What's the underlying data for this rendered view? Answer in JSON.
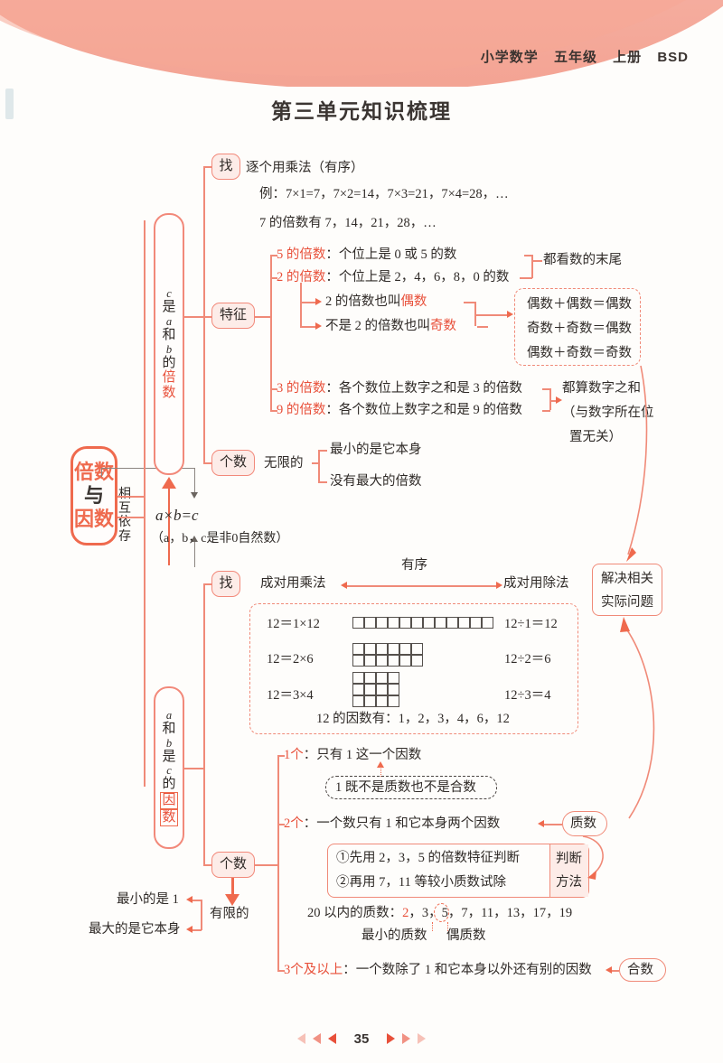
{
  "header": {
    "subject": "小学数学",
    "grade": "五年级",
    "volume": "上册",
    "edition": "BSD"
  },
  "title": "第三单元知识梳理",
  "footer": {
    "page_number": "35"
  },
  "colors": {
    "accent": "#ef6a4e",
    "line": "#f08a78",
    "pill_fill": "#fdece8",
    "text": "#2f2a27"
  },
  "root": {
    "line1": "倍数",
    "line2": "与",
    "line3": "因数"
  },
  "link": {
    "label_chars": "相互依存"
  },
  "formula": {
    "equation": "a×b=c",
    "note": "（a，b，c是非0自然数）"
  },
  "multiple_node": {
    "chars": "c是a和b的倍数",
    "plain": "c 是 a 和 b 的",
    "highlight": "倍数"
  },
  "factor_node": {
    "chars": "a和b是c的因数",
    "plain": "a 和 b 是 c 的",
    "highlight": "因数"
  },
  "branches": {
    "find_top": "找",
    "feature": "特征",
    "count_top": "个数",
    "find_bottom": "找",
    "count_bottom": "个数"
  },
  "multiples": {
    "find": {
      "method": "逐个用乘法（有序）",
      "example": "例：7×1=7，7×2=14，7×3=21，7×4=28，…",
      "result": "7 的倍数有 7，14，21，28，…"
    },
    "features": [
      {
        "key": "5 的倍数",
        "sep": "：",
        "rule": "个位上是 0 或 5 的数"
      },
      {
        "key": "2 的倍数",
        "sep": "：",
        "rule": "个位上是 2，4，6，8，0 的数"
      },
      {
        "key": "3 的倍数",
        "sep": "：",
        "rule": "各个数位上数字之和是 3 的倍数"
      },
      {
        "key": "9 的倍数",
        "sep": "：",
        "rule": "各个数位上数字之和是 9 的倍数"
      }
    ],
    "parity": {
      "even_def_prefix": "2 的倍数也叫",
      "even_word": "偶数",
      "odd_def_prefix": "不是 2 的倍数也叫",
      "odd_word": "奇数"
    },
    "tail_note": "都看数的末尾",
    "digitsum_note_line1": "都算数字之和",
    "digitsum_note_line2": "（与数字所在位",
    "digitsum_note_line3": "置无关）",
    "parity_rules": [
      "偶数＋偶数＝偶数",
      "奇数＋奇数＝偶数",
      "偶数＋奇数＝奇数"
    ],
    "count": {
      "kind": "无限的",
      "item1": "最小的是它本身",
      "item2": "没有最大的倍数"
    }
  },
  "application_box": {
    "line1": "解决相关",
    "line2": "实际问题"
  },
  "factors": {
    "find": {
      "left": "成对用乘法",
      "middle": "有序",
      "right": "成对用除法"
    },
    "decomposition": {
      "rows": [
        {
          "mul": "12＝1×12",
          "div": "12÷1＝12",
          "grid_rows": 1,
          "grid_cols": 12
        },
        {
          "mul": "12＝2×6",
          "div": "12÷2＝6",
          "grid_rows": 2,
          "grid_cols": 6
        },
        {
          "mul": "12＝3×4",
          "div": "12÷3＝4",
          "grid_rows": 3,
          "grid_cols": 4
        }
      ],
      "summary": "12 的因数有：1，2，3，4，6，12"
    },
    "count": {
      "kind": "有限的",
      "item1": "最小的是 1",
      "item2": "最大的是它本身",
      "cases": [
        {
          "key": "1个",
          "sep": "：",
          "text": "只有 1 这一个因数"
        },
        {
          "key": "2个",
          "sep": "：",
          "text": "一个数只有 1 和它本身两个因数"
        },
        {
          "key": "3个及以上",
          "sep": "：",
          "text": "一个数除了 1 和它本身以外还有别的因数"
        }
      ],
      "one_note": "1 既不是质数也不是合数",
      "prime_label": "质数",
      "composite_label": "合数",
      "judge_label_line1": "判断",
      "judge_label_line2": "方法",
      "judge_steps": [
        "①先用 2，3，5 的倍数特征判断",
        "②再用 7，11 等较小质数试除"
      ],
      "prime_list": "20 以内的质数：2，3，5，7，11，13，17，19",
      "prime_list_prefix": "20 以内的质数：",
      "prime_list_first": "2",
      "prime_list_rest": "，3，5，7，11，13，17，19",
      "annot_smallest": "最小的质数",
      "annot_even_prime": "偶质数"
    }
  }
}
